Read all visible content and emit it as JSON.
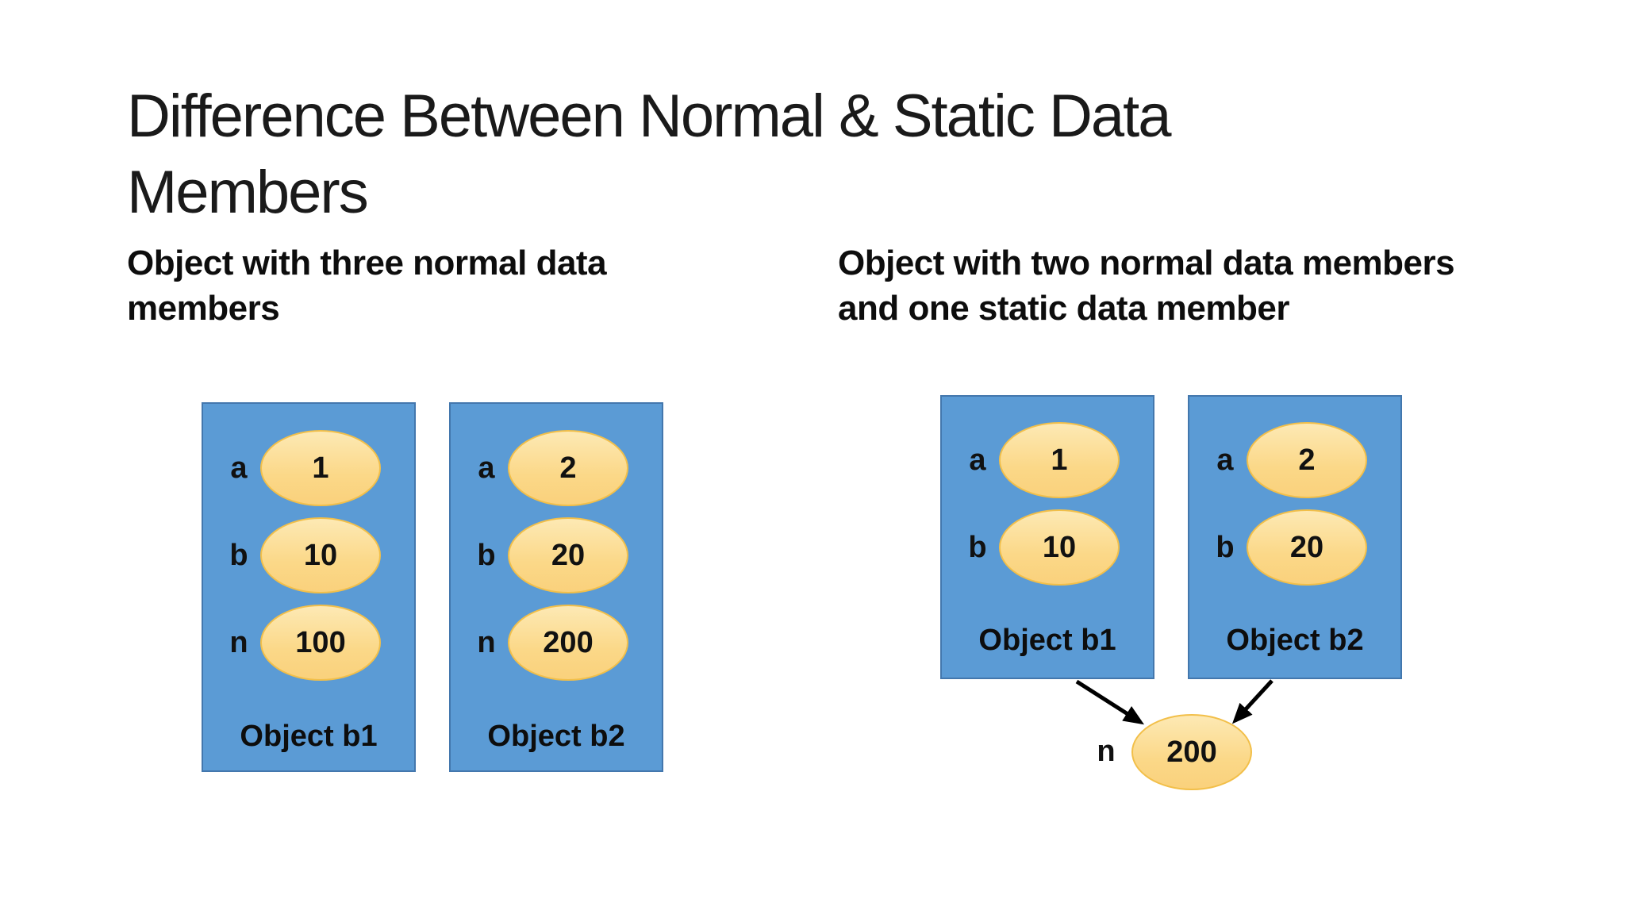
{
  "slide": {
    "title": "Difference Between Normal & Static Data Members"
  },
  "left": {
    "caption": "Object with three normal data members",
    "objects": [
      {
        "name": "Object b1",
        "members": [
          {
            "label": "a",
            "value": "1"
          },
          {
            "label": "b",
            "value": "10"
          },
          {
            "label": "n",
            "value": "100"
          }
        ]
      },
      {
        "name": "Object b2",
        "members": [
          {
            "label": "a",
            "value": "2"
          },
          {
            "label": "b",
            "value": "20"
          },
          {
            "label": "n",
            "value": "200"
          }
        ]
      }
    ]
  },
  "right": {
    "caption": "Object with two normal data members and one static data member",
    "objects": [
      {
        "name": "Object b1",
        "members": [
          {
            "label": "a",
            "value": "1"
          },
          {
            "label": "b",
            "value": "10"
          }
        ]
      },
      {
        "name": "Object b2",
        "members": [
          {
            "label": "a",
            "value": "2"
          },
          {
            "label": "b",
            "value": "20"
          }
        ]
      }
    ],
    "static_member": {
      "label": "n",
      "value": "200"
    }
  },
  "colors": {
    "box_fill": "#5b9bd5",
    "box_border": "#4377ad",
    "ellipse_fill_top": "#fde9b4",
    "ellipse_fill_bottom": "#fad17c",
    "ellipse_border": "#f2bf49",
    "arrow": "#000000",
    "title_text": "#1a1a1a",
    "body_text": "#0d0d0d",
    "background": "#ffffff"
  }
}
